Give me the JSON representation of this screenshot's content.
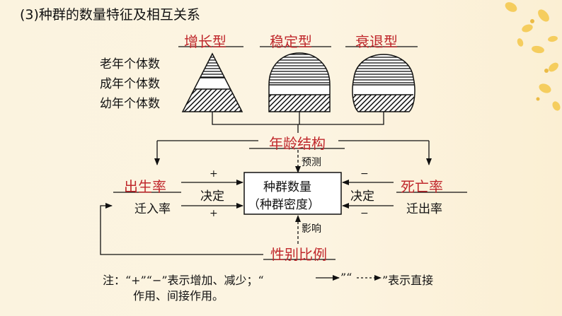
{
  "title": "(3)种群的数量特征及相互关系",
  "pyramids": [
    {
      "label": "增长型"
    },
    {
      "label": "稳定型"
    },
    {
      "label": "衰退型"
    }
  ],
  "age_rows": [
    "老年个体数",
    "成年个体数",
    "幼年个体数"
  ],
  "age_structure": "年龄结构",
  "predict": "预测",
  "birth_rate": "出生率",
  "immigration": "迁入率",
  "death_rate": "死亡率",
  "emigration": "迁出率",
  "decide_left": "决定",
  "decide_right": "决定",
  "plus_top": "+",
  "plus_bottom": "+",
  "minus_top": "−",
  "minus_bottom": "−",
  "center_line1": "种群数量",
  "center_line2": "（种群密度）",
  "influence": "影响",
  "sex_ratio": "性别比例",
  "note_line1": "注：“+”“−”表示增加、减少；“",
  "note_mid": "”“",
  "note_end": "”表示直接",
  "note_line2": "作用、间接作用。",
  "colors": {
    "accent_red": "#c0282c",
    "ink": "#111111",
    "flower": "#f3c642"
  }
}
